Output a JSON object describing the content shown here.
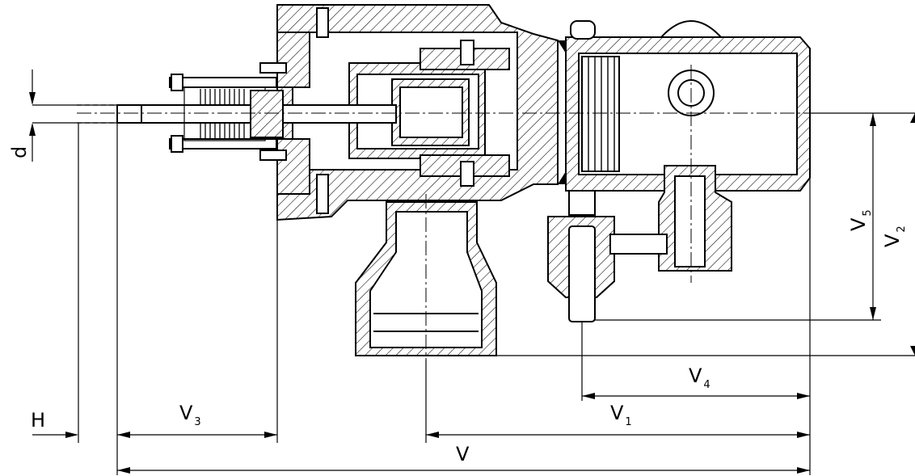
{
  "labels": {
    "d": "d",
    "H": "H",
    "V": "V",
    "V1": {
      "base": "V",
      "sub": "1"
    },
    "V2": {
      "base": "V",
      "sub": "2"
    },
    "V3": {
      "base": "V",
      "sub": "3"
    },
    "V4": {
      "base": "V",
      "sub": "4"
    },
    "V5": {
      "base": "V",
      "sub": "5"
    }
  }
}
